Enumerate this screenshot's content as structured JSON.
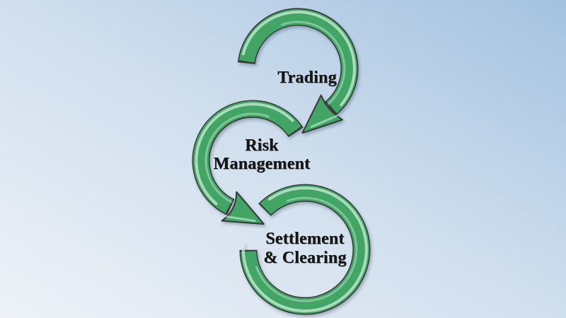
{
  "diagram": {
    "type": "cycle-flow",
    "nodes": [
      {
        "label": "Trading",
        "shape": "circular-arrow",
        "lines": [
          "Trading"
        ]
      },
      {
        "label": "Risk Management",
        "shape": "circular-arrow",
        "lines": [
          "Risk",
          "Management"
        ]
      },
      {
        "label": "Settlement & Clearing",
        "shape": "circular-arrow",
        "lines": [
          "Settlement",
          "& Clearing"
        ]
      }
    ],
    "colors": {
      "arrow_fill": "#42a566",
      "arrow_outline": "#373838",
      "arrow_highlight": "#cdeeda",
      "background_start": "#a3c2e0",
      "background_mid": "#cfdeed",
      "background_end": "#eef2f8",
      "text": "#161616"
    }
  }
}
